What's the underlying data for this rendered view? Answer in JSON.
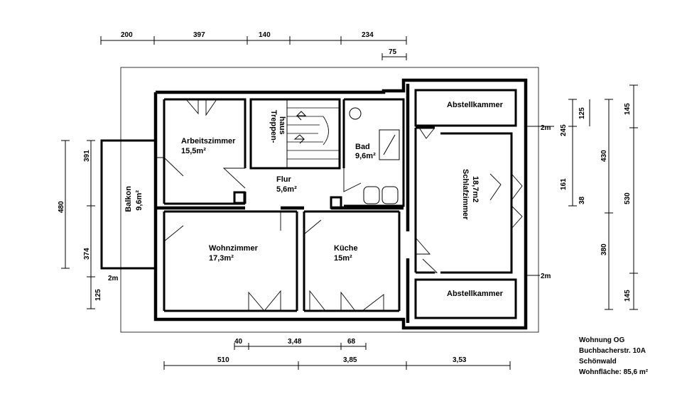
{
  "rooms": {
    "arbeitszimmer": {
      "name": "Arbeitszimmer",
      "area": "15,5m²"
    },
    "treppenhaus": {
      "name_1": "Treppen-",
      "name_2": "haus"
    },
    "bad": {
      "name": "Bad",
      "area": "9,6m²"
    },
    "abstellkammer_top": {
      "name": "Abstellkammer"
    },
    "abstellkammer_bottom": {
      "name": "Abstellkammer"
    },
    "flur": {
      "name": "Flur",
      "area": "5,6m²"
    },
    "schlafzimmer": {
      "name": "Schlafzimmer",
      "area": "18,7m2"
    },
    "balkon": {
      "name": "Balkon",
      "area": "9,6m²"
    },
    "wohnzimmer": {
      "name": "Wohnzimmer",
      "area": "17,3m²"
    },
    "kueche": {
      "name": "Küche",
      "area": "15m²"
    }
  },
  "dimensions": {
    "top": [
      "200",
      "397",
      "140",
      "234",
      "75"
    ],
    "left": [
      "391",
      "480",
      "374",
      "125"
    ],
    "right_a": [
      "125",
      "245",
      "161",
      "38"
    ],
    "right_b": [
      "145",
      "430",
      "530",
      "380",
      "145"
    ],
    "bottom_1": [
      "40",
      "3,48",
      "68"
    ],
    "bottom_2": [
      "510",
      "3,85",
      "3,53"
    ],
    "markers": [
      "2m",
      "2m",
      "2m"
    ]
  },
  "info": {
    "line1": "Wohnung OG",
    "line2": "Buchbacherstr. 10A",
    "line3": "Schönwald",
    "line4": "Wohnfläche: 85,6 m²"
  }
}
